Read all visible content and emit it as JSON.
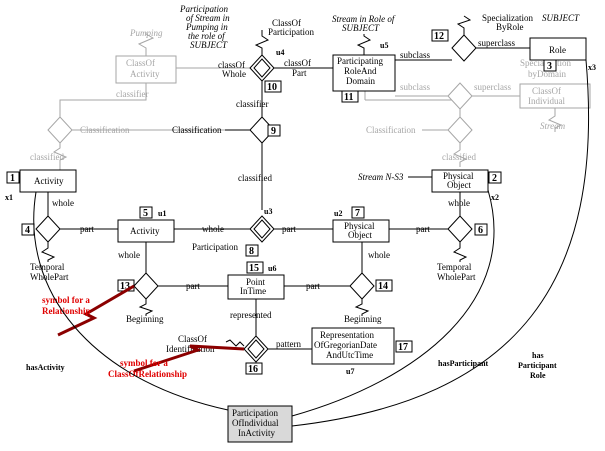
{
  "colors": {
    "black": "#000000",
    "grey": "#a6a6a6",
    "red": "#e00000"
  },
  "labels": {
    "pumping": "Pumping",
    "classof_activity_1": "ClassOf",
    "classof_activity_2": "Activity",
    "participation_stream_1": "Participation",
    "participation_stream_2": "of Stream in",
    "participation_stream_3": "Pumping in",
    "participation_stream_4": "the role of",
    "participation_stream_5": "SUBJECT",
    "classof_participation_1": "ClassOf",
    "classof_participation_2": "Participation",
    "u4": "u4",
    "classof_whole_1": "classOf",
    "classof_whole_2": "Whole",
    "classof_part_1": "classOf",
    "classof_part_2": "Part",
    "n10": "10",
    "stream_role_1": "Stream in Role of",
    "stream_role_2": "SUBJECT",
    "u5": "u5",
    "prd_1": "Participating",
    "prd_2": "RoleAnd",
    "prd_3": "Domain",
    "n11": "11",
    "n12": "12",
    "spec_byrole_1": "Specialization",
    "spec_byrole_2": "ByRole",
    "subject": "SUBJECT",
    "superclass": "superclass",
    "subclass": "subclass",
    "role": "Role",
    "n3": "3",
    "x3": "x3",
    "subclass_g": "subclass",
    "spec_bydomain_1": "Specialization",
    "spec_bydomain_2": "byDomain",
    "superclass_g": "superclass",
    "classof_individual_1": "ClassOf",
    "classof_individual_2": "Individual",
    "stream_g": "Stream",
    "classifier_g": "classifier",
    "classifier": "classifier",
    "classification_g1": "Classification",
    "classification": "Classification",
    "n9": "9",
    "classification_g2": "Classification",
    "classified_g1": "classified",
    "classified": "classified",
    "classified_g2": "classified",
    "n1": "1",
    "activity": "Activity",
    "x1": "x1",
    "stream_ns3": "Stream N-S3",
    "physical_object_1": "Physical",
    "physical_object_2": "Object",
    "n2": "2",
    "x2": "x2",
    "whole": "whole",
    "part": "part",
    "n4": "4",
    "n5": "5",
    "u1": "u1",
    "activity2": "Activity",
    "u3": "u3",
    "participation": "Participation",
    "n8": "8",
    "u2": "u2",
    "n7": "7",
    "n6": "6",
    "temporal_wholepart_1": "Temporal",
    "temporal_wholepart_2": "WholePart",
    "beginning": "Beginning",
    "n13": "13",
    "n15": "15",
    "u6": "u6",
    "point_1": "Point",
    "point_2": "InTime",
    "n14": "14",
    "sym_rel_1": "symbol for a",
    "sym_rel_2": "Relationship",
    "represented": "represented",
    "classof_ident_1": "ClassOf",
    "classof_ident_2": "Identification",
    "pattern": "pattern",
    "repr_1": "Representation",
    "repr_2": "OfGregorianDate",
    "repr_3": "AndUtcTime",
    "n17": "17",
    "u7": "u7",
    "sym_corel_1": "symbol for a",
    "sym_corel_2": "ClassOfRelationship",
    "n16": "16",
    "has_activity": "hasActivity",
    "has_participant": "hasParticipant",
    "has_pr_1": "has",
    "has_pr_2": "Participant",
    "has_pr_3": "Role",
    "poia_1": "Participation",
    "poia_2": "OfIndividual",
    "poia_3": "InActivity"
  }
}
